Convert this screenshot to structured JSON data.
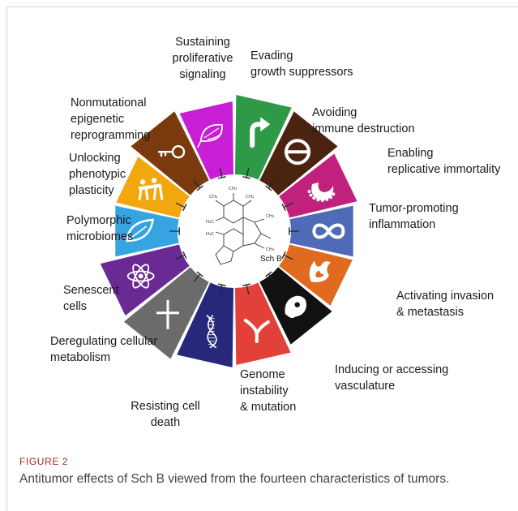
{
  "figure": {
    "label": "FIGURE 2",
    "caption": "Antitumor effects of Sch B viewed from the fourteen characteristics of tumors.",
    "center_label": "Sch B"
  },
  "hallmarks": [
    {
      "lines": [
        "Sustaining",
        "proliferative",
        "signaling"
      ],
      "color": "#2e9a48",
      "icon": "arrow-icon"
    },
    {
      "lines": [
        "Evading",
        "growth suppressors"
      ],
      "color": "#4a2411",
      "icon": "no-entry-icon"
    },
    {
      "lines": [
        "Avoiding",
        "immune destruction"
      ],
      "color": "#c0217c",
      "icon": "macrophage-icon"
    },
    {
      "lines": [
        "Enabling",
        "replicative immortality"
      ],
      "color": "#4f6bb8",
      "icon": "infinity-icon"
    },
    {
      "lines": [
        "Tumor-promoting",
        "inflammation"
      ],
      "color": "#e06a1f",
      "icon": "flame-icon"
    },
    {
      "lines": [
        "Activating invasion",
        "& metastasis"
      ],
      "color": "#111111",
      "icon": "invading-cell-icon"
    },
    {
      "lines": [
        "Inducing or accessing",
        "vasculature"
      ],
      "color": "#e2413a",
      "icon": "blood-vessel-icon"
    },
    {
      "lines": [
        "Genome",
        "instability",
        "& mutation"
      ],
      "color": "#27287a",
      "icon": "dna-icon"
    },
    {
      "lines": [
        "Resisting cell",
        "death"
      ],
      "color": "#6b6b6b",
      "icon": "cross-icon"
    },
    {
      "lines": [
        "Deregulating cellular",
        "metabolism"
      ],
      "color": "#6a2a93",
      "icon": "atom-icon"
    },
    {
      "lines": [
        "Senescent",
        "cells"
      ],
      "color": "#36a4e0",
      "icon": "leaf-icon"
    },
    {
      "lines": [
        "Polymorphic",
        "microbiomes"
      ],
      "color": "#f3a70f",
      "icon": "people-icon"
    },
    {
      "lines": [
        "Unlocking",
        "phenotypic",
        "plasticity"
      ],
      "color": "#7a3a0e",
      "icon": "key-icon"
    },
    {
      "lines": [
        "Nonmutational",
        "epigenetic",
        "reprogramming"
      ],
      "color": "#c81ed6",
      "icon": "epigenetic-leaf-icon"
    }
  ]
}
